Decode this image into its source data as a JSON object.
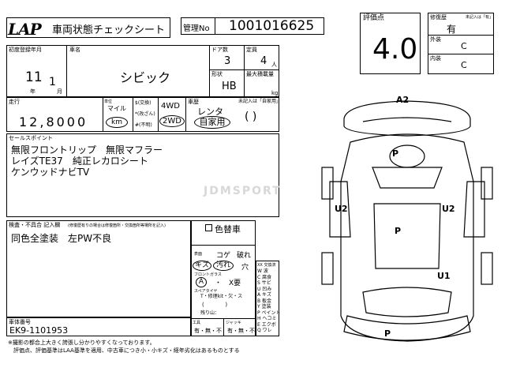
{
  "header": {
    "logo": "LAP",
    "title": "車両状態チェックシート",
    "kanri_label": "管理No",
    "kanri_no": "1001016625"
  },
  "grade": {
    "label": "評価点",
    "value": "4.0",
    "exterior_label": "外装",
    "exterior": "C",
    "interior_label": "内装",
    "interior": "C",
    "history_label": "修復歴",
    "history": "有",
    "history_note": "未記入は「有」"
  },
  "registration": {
    "label": "初度登録年月",
    "year": "11",
    "month": "1",
    "year_unit": "年",
    "month_unit": "月"
  },
  "car": {
    "name_label": "車名",
    "name": "シビック",
    "doors_label": "ドア数",
    "doors": "3",
    "capacity_label": "定員",
    "capacity": "4",
    "capacity_unit": "人",
    "shape_label": "形状",
    "shape": "HB",
    "max_load_label": "最大積載量",
    "max_load_unit": "kg"
  },
  "mileage": {
    "label": "走行",
    "value": "12,8000",
    "unit_label": "単位",
    "unit_mile": "マイル",
    "unit_km": "km",
    "opt1": "$(交換)",
    "opt2": "*(改ざん)",
    "opt3": "#(不明)",
    "drive_4wd": "4WD",
    "drive_2wd": "2WD"
  },
  "usage": {
    "label": "車歴",
    "note": "未記入は「自家用」",
    "rental": "レンタ",
    "private": "自家用",
    "paren": "(       )"
  },
  "sales": {
    "label": "セールスポイント",
    "lines": [
      "無限フロントリップ　無限マフラー",
      "レイズTE37　純正レカロシート",
      "ケンウッドナビTV"
    ]
  },
  "inspection": {
    "label": "検査・不具合 記入欄",
    "sublabel": "(修復歴有りの場合は修復箇所・交換箇所等場所を記入)",
    "lines": [
      "同色全塗装　左PW不良"
    ]
  },
  "color_change": {
    "label": "色替車"
  },
  "conditions": {
    "sheet_label": "表面",
    "row1": [
      "コゲ",
      "破れ"
    ],
    "row2": [
      "キズ",
      "汚れ",
      "穴"
    ],
    "glass_label": "フロントガラス",
    "glass": [
      "A",
      "・",
      "X要"
    ],
    "spare_label": "スペアタイヤ",
    "spare": "T・修理kit・欠・ス",
    "remain": "残り山：",
    "tools_label": "工具",
    "jack_label": "ジャッキ",
    "tools": "有・無・不",
    "jack": "有・無・不"
  },
  "legend": {
    "title": "XX 交換済",
    "items": [
      "W 波",
      "C 腐食",
      "S サビ",
      "U 凹み",
      "A キズ",
      "B 板金",
      "Y 塗装",
      "P ペイント",
      "H ヘコミ",
      "E エクボ",
      "Q ワレ"
    ]
  },
  "chassis": {
    "label": "車体番号",
    "value": "EK9-1101953"
  },
  "footer": {
    "line1": "※撮影の都合上大きく誇張し分かりやすくなっております。",
    "line2": "　評価点、評価基準はLAA基準を適用、中古車につき小・小キズ・経年劣化はあるものとする"
  },
  "diagram": {
    "watermark": "JDMSPORT",
    "marks": [
      "A2",
      "P",
      "U2",
      "U2",
      "P",
      "U1",
      "P"
    ]
  }
}
